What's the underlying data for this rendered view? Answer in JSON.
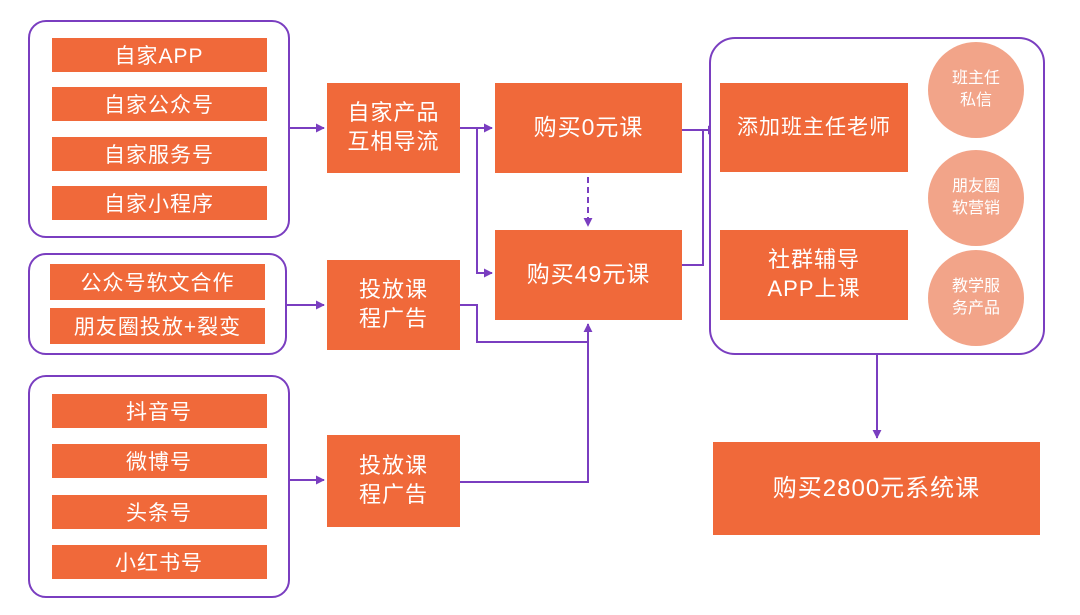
{
  "colors": {
    "node_orange": "#F0693A",
    "circle_salmon": "#F2A489",
    "line_purple": "#7A3EC0",
    "text_white": "#FFFFFF",
    "background": "#FFFFFF"
  },
  "groups": [
    {
      "id": "own-channels",
      "items": [
        "自家APP",
        "自家公众号",
        "自家服务号",
        "自家小程序"
      ]
    },
    {
      "id": "wechat-ads",
      "items": [
        "公众号软文合作",
        "朋友圈投放+裂变"
      ]
    },
    {
      "id": "media-accounts",
      "items": [
        "抖音号",
        "微博号",
        "头条号",
        "小红书号"
      ]
    }
  ],
  "nodes": {
    "mutual_diversion": {
      "lines": [
        "自家产品",
        "互相导流"
      ]
    },
    "course_ads_1": {
      "lines": [
        "投放课",
        "程广告"
      ]
    },
    "course_ads_2": {
      "lines": [
        "投放课",
        "程广告"
      ]
    },
    "buy_0_course": "购买0元课",
    "buy_49_course": "购买49元课",
    "add_head_teacher": "添加班主任老师",
    "community_tutoring": {
      "lines": [
        "社群辅导",
        "APP上课"
      ]
    },
    "buy_2800_course": "购买2800元系统课"
  },
  "circles": [
    {
      "lines": [
        "班主任",
        "私信"
      ]
    },
    {
      "lines": [
        "朋友圈",
        "软营销"
      ]
    },
    {
      "lines": [
        "教学服",
        "务产品"
      ]
    }
  ]
}
